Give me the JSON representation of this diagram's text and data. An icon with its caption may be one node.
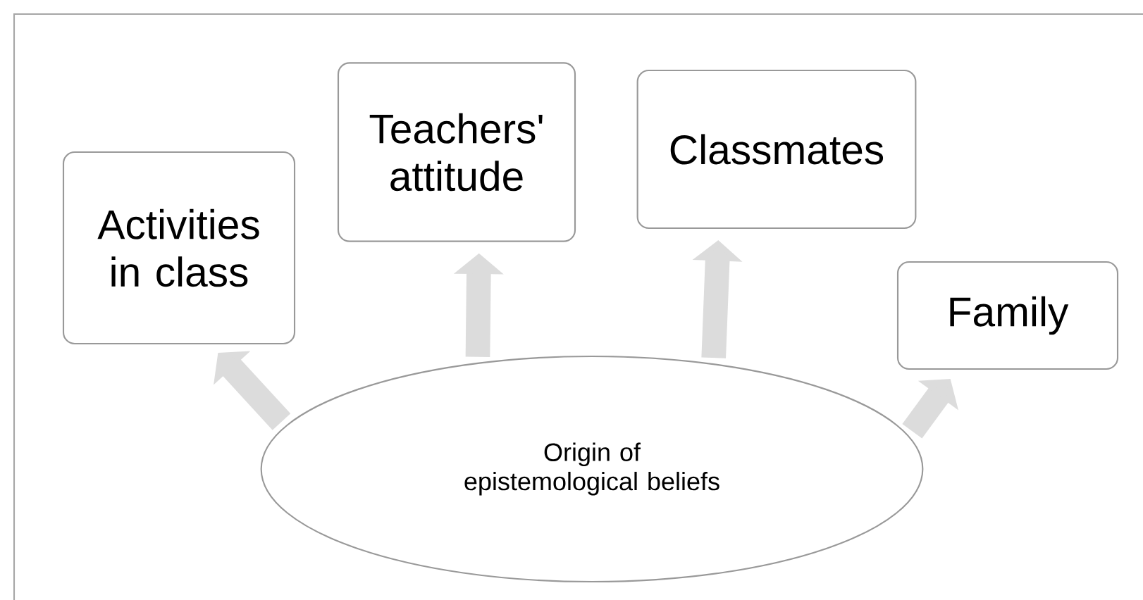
{
  "diagram": {
    "nodes": [
      {
        "text": [
          "Origin of epistemological beliefs"
        ]
      },
      {
        "text": [
          "Activities in class"
        ]
      },
      {
        "text": [
          "Teachers' attitude"
        ]
      },
      {
        "text": [
          "Classmates"
        ]
      },
      {
        "text": [
          "Family"
        ]
      }
    ],
    "edges": [
      {
        "from": 0,
        "to": 1,
        "arrow": "to"
      },
      {
        "from": 0,
        "to": 2,
        "arrow": "to"
      },
      {
        "from": 0,
        "to": 3,
        "arrow": "to"
      },
      {
        "from": 0,
        "to": 4,
        "arrow": "to"
      }
    ]
  }
}
